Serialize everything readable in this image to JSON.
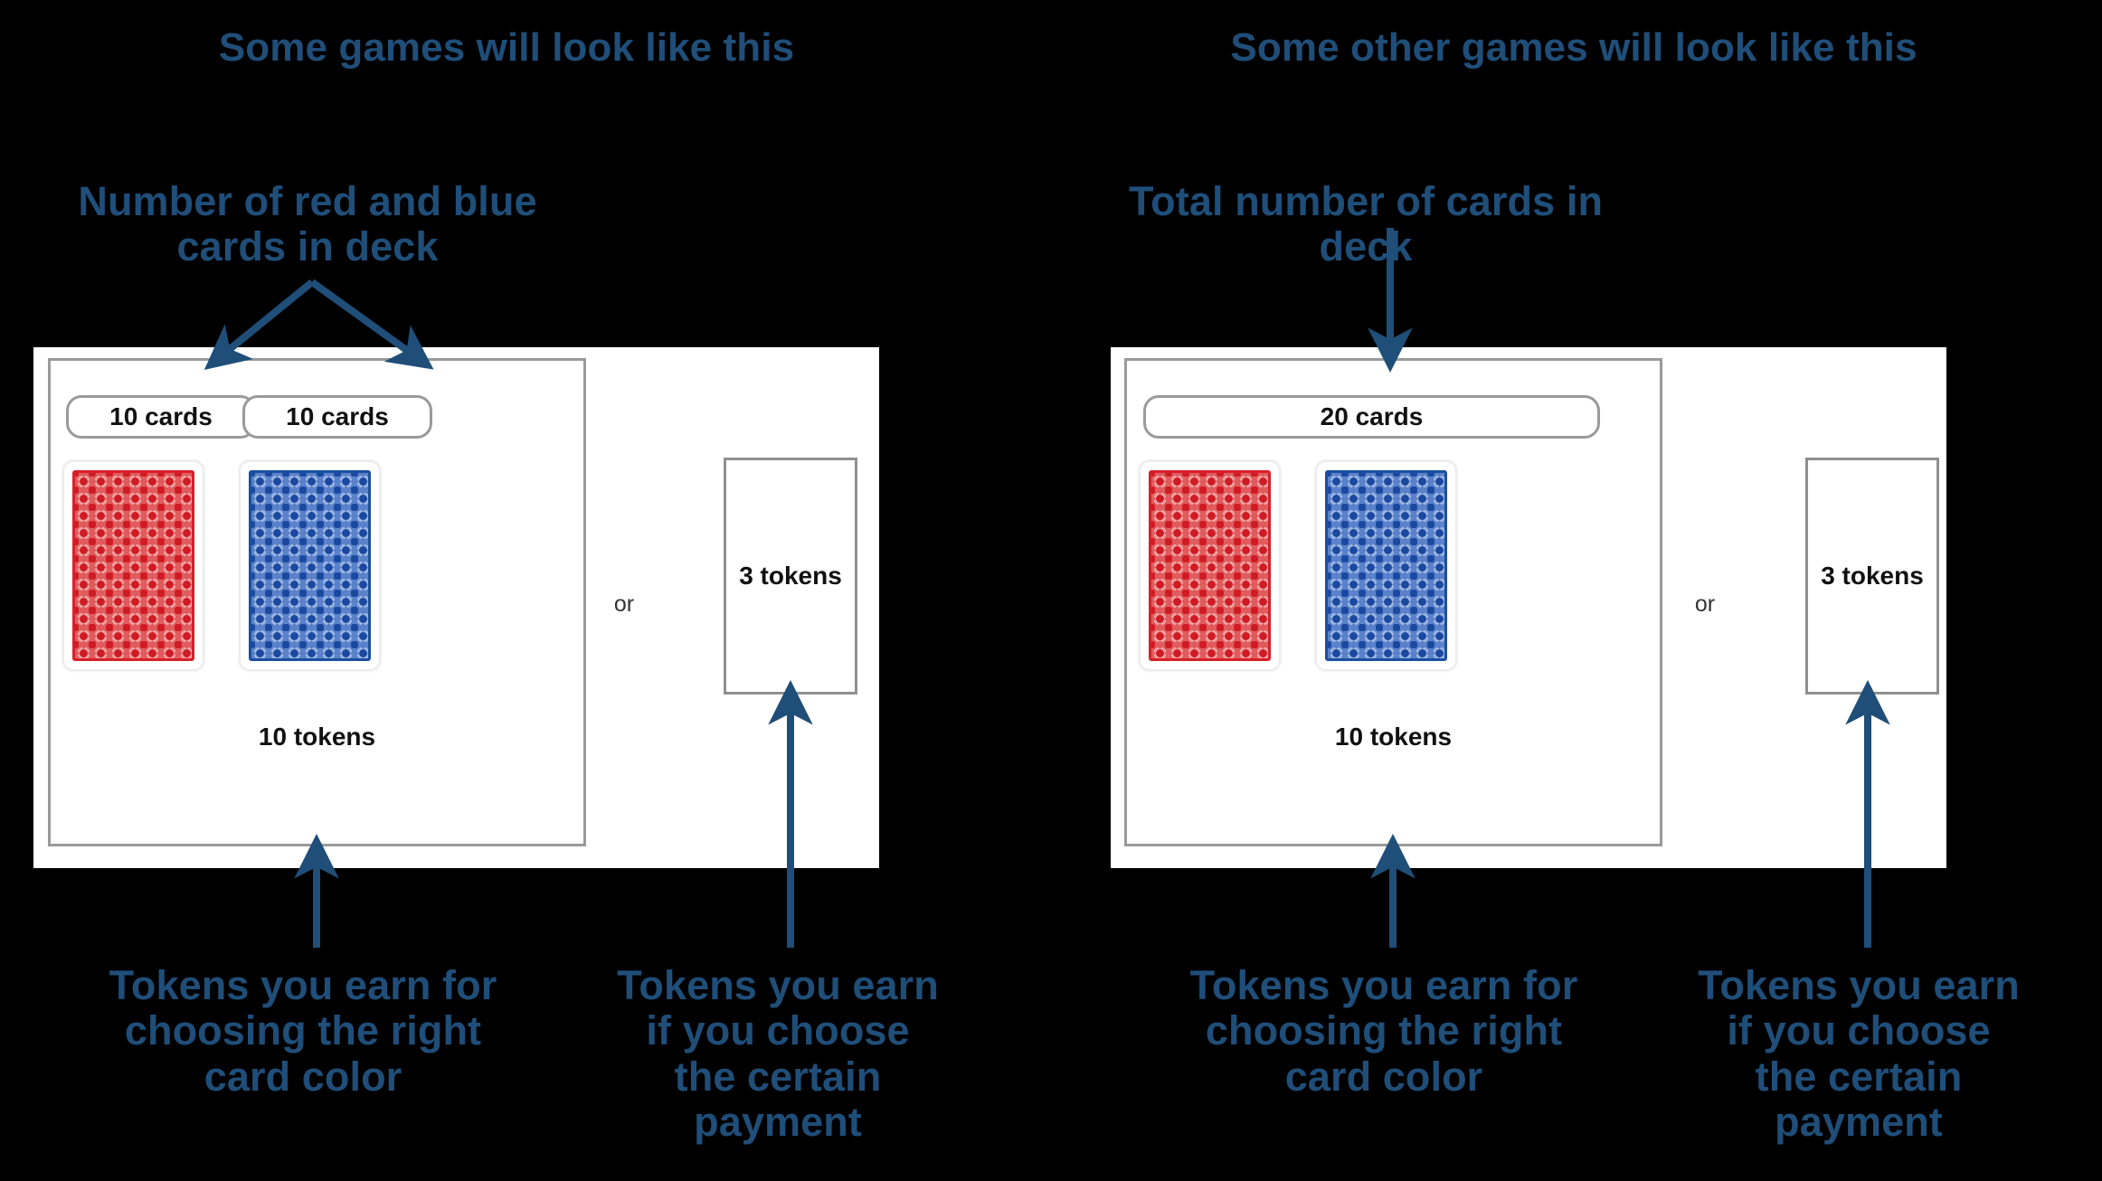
{
  "colors": {
    "annotation_blue": "#1F4E79",
    "arrow_blue": "#1F4E79",
    "panel_border_gray": "#9a9a9a",
    "card_red": "#cf1b24",
    "card_blue": "#1b49a0",
    "background": "#000000",
    "slide_white": "#ffffff"
  },
  "left": {
    "title": "Some games will look like this",
    "callout_top": "Number of red and blue\ncards in deck",
    "callout_top_line1": "Number of red and blue",
    "callout_top_line2": "cards in deck",
    "deck_labels": [
      "10 cards",
      "10 cards"
    ],
    "cards": [
      "red-card-back",
      "blue-card-back"
    ],
    "or_text": "or",
    "certain_payment": "3 tokens",
    "gamble_payoff": "10 tokens",
    "callout_bottom_left_line1": "Tokens you earn for",
    "callout_bottom_left_line2": "choosing the right",
    "callout_bottom_left_line3": "card color",
    "callout_bottom_right_line1": "Tokens you earn",
    "callout_bottom_right_line2": "if you choose",
    "callout_bottom_right_line3": "the certain",
    "callout_bottom_right_line4": "payment"
  },
  "right": {
    "title": "Some other games will look like this",
    "callout_top_line1": "Total number of cards in",
    "callout_top_line2": "deck",
    "deck_labels": [
      "20 cards"
    ],
    "cards": [
      "red-card-back",
      "blue-card-back"
    ],
    "or_text": "or",
    "certain_payment": "3 tokens",
    "gamble_payoff": "10 tokens",
    "callout_bottom_left_line1": "Tokens you earn for",
    "callout_bottom_left_line2": "choosing the right",
    "callout_bottom_left_line3": "card color",
    "callout_bottom_right_line1": "Tokens you earn",
    "callout_bottom_right_line2": "if you choose",
    "callout_bottom_right_line3": "the certain",
    "callout_bottom_right_line4": "payment"
  }
}
